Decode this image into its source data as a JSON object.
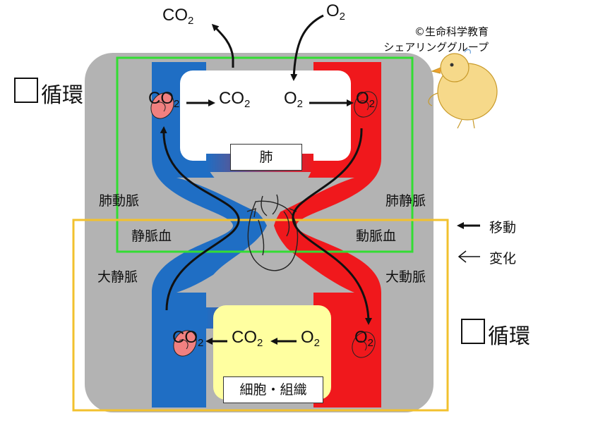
{
  "credit": {
    "line1": "©生命科学教育",
    "line2": "シェアリンググループ"
  },
  "circulations": [
    {
      "id": "pulmonary",
      "label": "循環",
      "color": "#33dd33"
    },
    {
      "id": "systemic",
      "label": "循環",
      "color": "#f2c12e"
    }
  ],
  "organs": {
    "lung": "肺",
    "tissue": "細胞・組織"
  },
  "vessels": {
    "pulmonary_artery": "肺動脈",
    "pulmonary_vein": "肺静脈",
    "venous_blood": "静脈血",
    "arterial_blood": "動脈血",
    "vena_cava": "大静脈",
    "aorta": "大動脈"
  },
  "gases": {
    "co2_base": "CO",
    "o2_base": "O",
    "sub": "2"
  },
  "legend": {
    "move": "移動",
    "change": "変化"
  },
  "colors": {
    "venous": "#1f6ec4",
    "arterial": "#f0181c",
    "body": "#b3b3b3",
    "tissue": "#ffffa0",
    "rbc": "#f08080"
  }
}
